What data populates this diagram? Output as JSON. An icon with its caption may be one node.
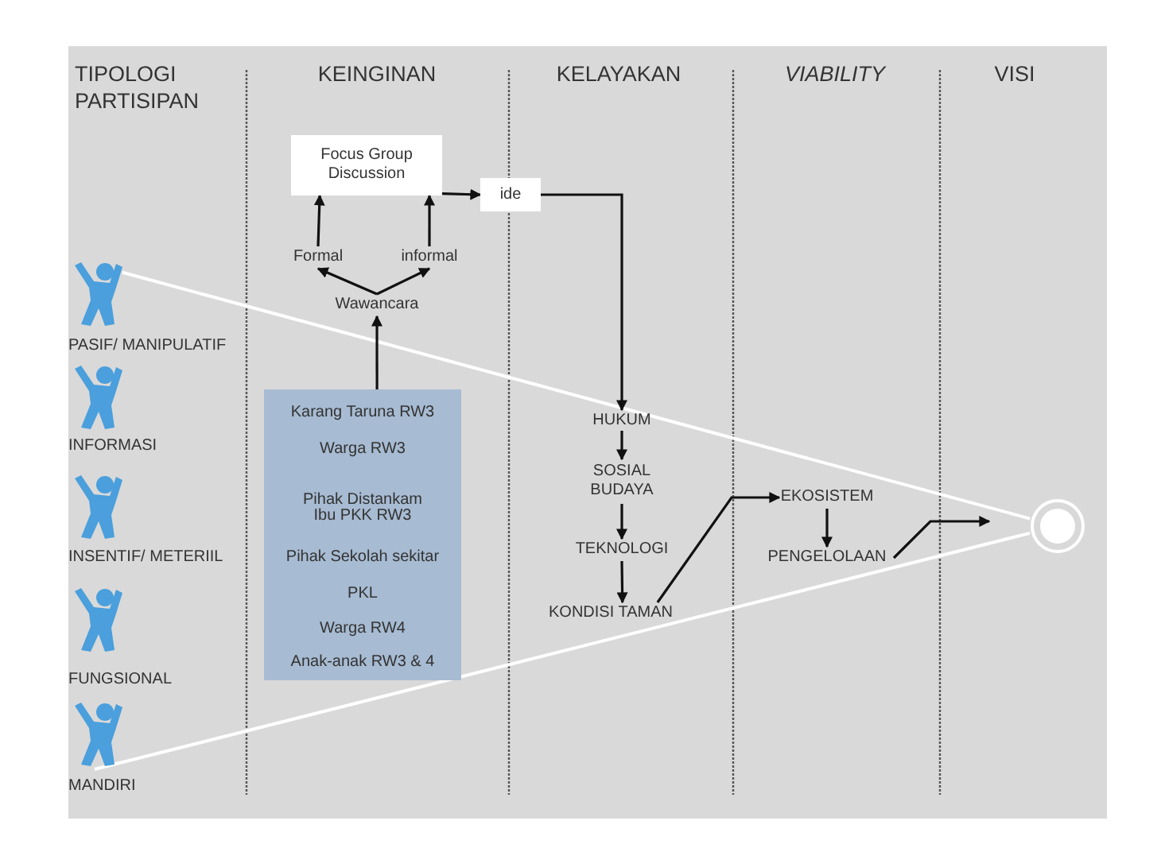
{
  "diagram": {
    "nodes": [
      {
        "text": [],
        "shape": "person",
        "beside": [
          "PASIF/ MANIPULATIF"
        ]
      },
      {
        "text": [],
        "shape": "person",
        "beside": [
          "INFORMASI"
        ]
      },
      {
        "text": [],
        "shape": "person",
        "beside": [
          "INSENTIF/ METERIIL"
        ]
      },
      {
        "text": [],
        "shape": "person",
        "beside": [
          "FUNGSIONAL"
        ]
      },
      {
        "text": [],
        "shape": "person",
        "beside": [
          "MANDIRI"
        ]
      },
      {
        "text": [
          "Focus Group Discussion"
        ]
      },
      {
        "text": [
          "ide"
        ]
      },
      {
        "text": [
          "Formal"
        ]
      },
      {
        "text": [
          "informal"
        ]
      },
      {
        "text": [
          "Wawancara"
        ]
      },
      {
        "text": [
          "Karang Taruna RW3",
          "Warga RW3",
          "Pihak Distankam",
          "Ibu PKK RW3",
          "Pihak Sekolah sekitar",
          "PKL",
          "Warga RW4",
          "Anak-anak RW3 & 4"
        ]
      },
      {
        "text": [
          "HUKUM"
        ]
      },
      {
        "text": [
          "SOSIAL BUDAYA"
        ]
      },
      {
        "text": [
          "TEKNOLOGI"
        ]
      },
      {
        "text": [
          "KONDISI TAMAN"
        ]
      },
      {
        "text": [
          "EKOSISTEM"
        ]
      },
      {
        "text": [
          "PENGELOLAAN"
        ]
      },
      {
        "text": [],
        "shape": "circle"
      }
    ],
    "edges": [
      {
        "from": 0,
        "to": 17,
        "arrow": "none",
        "color": "#ffffff"
      },
      {
        "from": 4,
        "to": 17,
        "arrow": "none",
        "color": "#ffffff"
      },
      {
        "from": 10,
        "to": 9,
        "arrow": "to"
      },
      {
        "from": 9,
        "to": 7,
        "arrow": "to"
      },
      {
        "from": 9,
        "to": 8,
        "arrow": "to"
      },
      {
        "from": 7,
        "to": 5,
        "arrow": "to"
      },
      {
        "from": 8,
        "to": 5,
        "arrow": "to"
      },
      {
        "from": 5,
        "to": 6,
        "arrow": "to"
      },
      {
        "from": 6,
        "to": 11,
        "arrow": "to"
      },
      {
        "from": 11,
        "to": 12,
        "arrow": "to"
      },
      {
        "from": 12,
        "to": 13,
        "arrow": "to"
      },
      {
        "from": 13,
        "to": 14,
        "arrow": "to"
      },
      {
        "from": 14,
        "to": 15,
        "arrow": "to"
      },
      {
        "from": 15,
        "to": 16,
        "arrow": "to"
      },
      {
        "from": 16,
        "to": null,
        "arrow": "to"
      }
    ],
    "labels": [
      "TIPOLOGI PARTISIPAN",
      "KEINGINAN",
      "KELAYAKAN",
      "VIABILITY",
      "VISI"
    ]
  }
}
